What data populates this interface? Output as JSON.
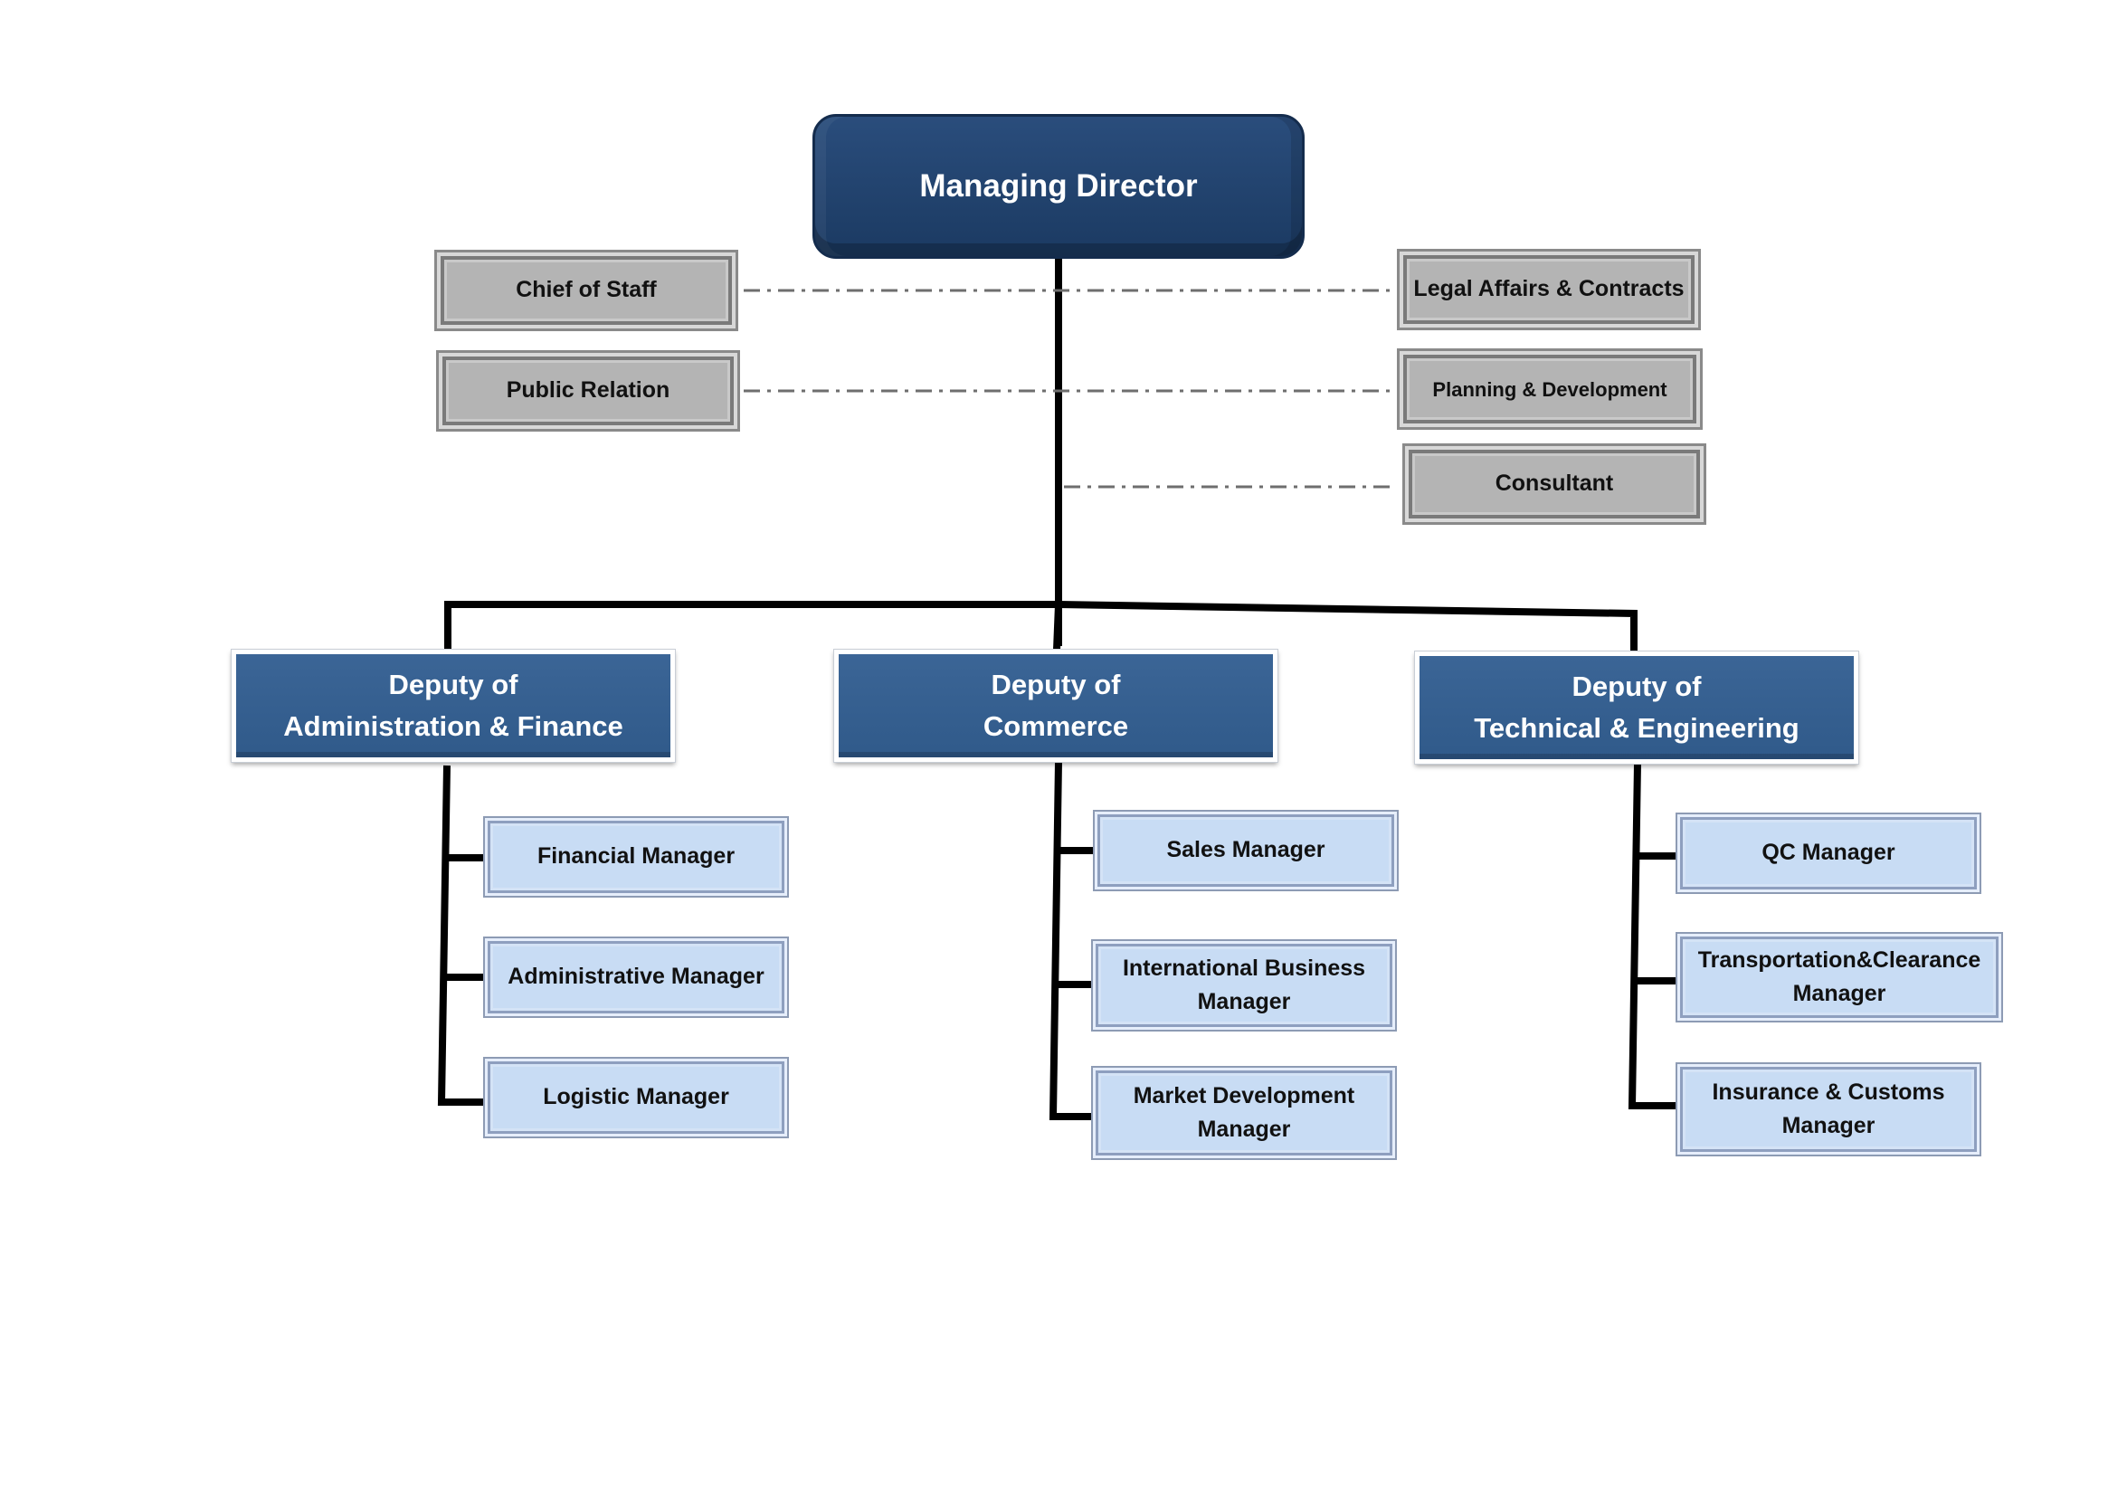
{
  "director": {
    "label": "Managing Director"
  },
  "staff": {
    "chief_of_staff": "Chief of Staff",
    "public_relation": "Public Relation",
    "legal_affairs": "Legal Affairs & Contracts",
    "planning": "Planning & Development",
    "consultant": "Consultant"
  },
  "deputies": [
    {
      "line1": "Deputy of",
      "line2": "Administration & Finance",
      "managers": [
        {
          "line1": "Financial Manager"
        },
        {
          "line1": "Administrative Manager"
        },
        {
          "line1": "Logistic Manager"
        }
      ]
    },
    {
      "line1": "Deputy of",
      "line2": "Commerce",
      "managers": [
        {
          "line1": "Sales Manager"
        },
        {
          "line1": "International Business",
          "line2": "Manager"
        },
        {
          "line1": "Market Development",
          "line2": "Manager"
        }
      ]
    },
    {
      "line1": "Deputy of",
      "line2": "Technical & Engineering",
      "managers": [
        {
          "line1": "QC Manager"
        },
        {
          "line1": "Transportation&Clearance",
          "line2": "Manager"
        },
        {
          "line1": "Insurance & Customs",
          "line2": "Manager"
        }
      ]
    }
  ],
  "colors": {
    "director": "#1f3f69",
    "deputy": "#345e8f",
    "manager": "#c8dcf4",
    "staff": "#b4b4b4",
    "line": "#000000",
    "dashed_line": "#6e6e6e"
  }
}
